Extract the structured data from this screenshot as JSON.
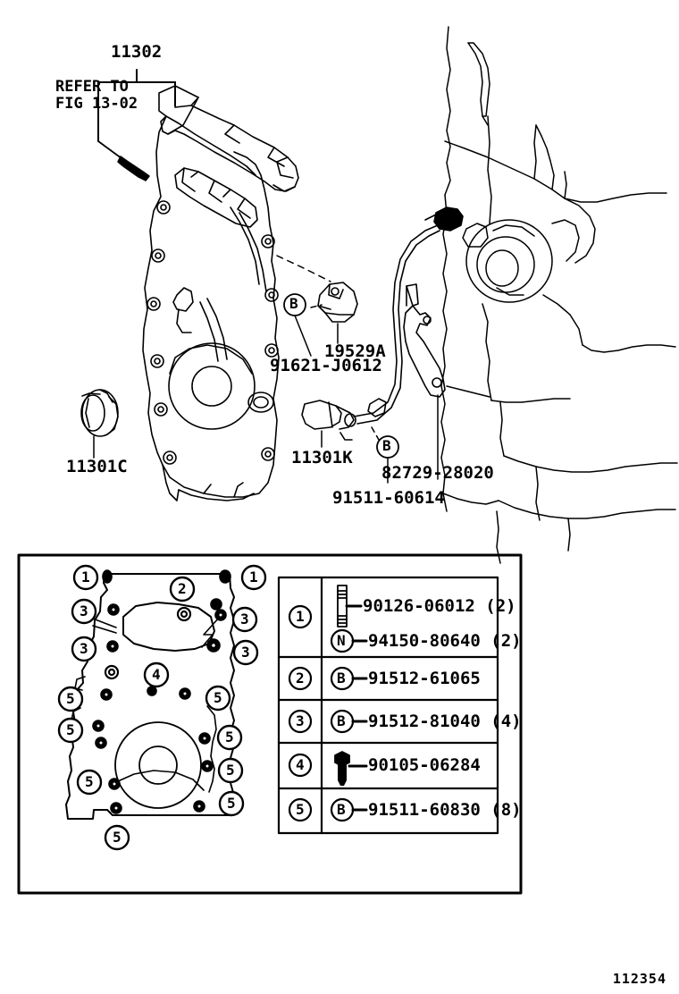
{
  "figure": {
    "id_number": "112354",
    "refer_note": "REFER TO\nFIG 13-02"
  },
  "main_callouts": [
    {
      "name": "11302",
      "text": "11302"
    },
    {
      "name": "11301C",
      "text": "11301C"
    },
    {
      "name": "19529A",
      "text": "19529A"
    },
    {
      "name": "91621-J0612",
      "text": "91621-J0612"
    },
    {
      "name": "11301K",
      "text": "11301K"
    },
    {
      "name": "82729-28020",
      "text": "82729-28020"
    },
    {
      "name": "91511-60614",
      "text": "91511-60614"
    },
    {
      "name": "bracket-b-1",
      "text": "B"
    },
    {
      "name": "bracket-b-2",
      "text": "B"
    }
  ],
  "detail_view": {
    "markers": [
      {
        "n": "1"
      },
      {
        "n": "1"
      },
      {
        "n": "2"
      },
      {
        "n": "3"
      },
      {
        "n": "3"
      },
      {
        "n": "3"
      },
      {
        "n": "3"
      },
      {
        "n": "4"
      },
      {
        "n": "5"
      },
      {
        "n": "5"
      },
      {
        "n": "5"
      },
      {
        "n": "5"
      },
      {
        "n": "5"
      },
      {
        "n": "5"
      },
      {
        "n": "5"
      },
      {
        "n": "5"
      }
    ]
  },
  "legend_table": {
    "rows": [
      {
        "ref": "1",
        "entries": [
          {
            "icon": "stud-bolt-icon",
            "part": "90126-06012 (2)"
          },
          {
            "icon": "nut-n-icon",
            "part": "94150-80640 (2)"
          }
        ]
      },
      {
        "ref": "2",
        "entries": [
          {
            "icon": "bolt-b-icon",
            "part": "91512-61065"
          }
        ]
      },
      {
        "ref": "3",
        "entries": [
          {
            "icon": "bolt-b-icon",
            "part": "91512-81040 (4)"
          }
        ]
      },
      {
        "ref": "4",
        "entries": [
          {
            "icon": "hex-bolt-icon",
            "part": "90105-06284"
          }
        ]
      },
      {
        "ref": "5",
        "entries": [
          {
            "icon": "bolt-b-icon",
            "part": "91511-60830 (8)"
          }
        ]
      }
    ]
  },
  "colors": {
    "line": "#000000",
    "background": "#ffffff"
  }
}
